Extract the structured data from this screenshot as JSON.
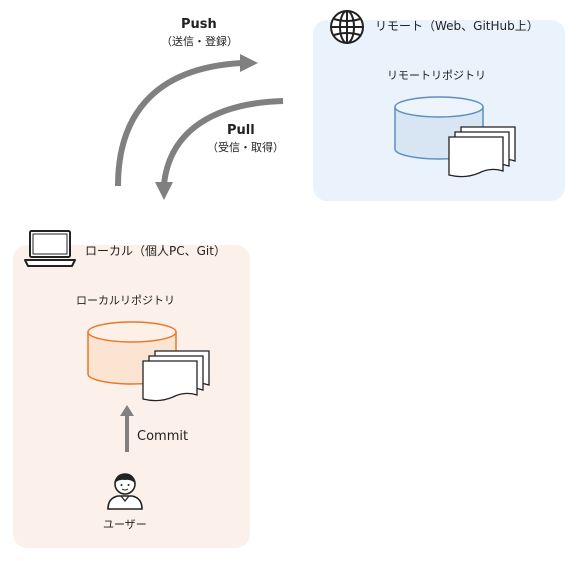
{
  "push": {
    "title": "Push",
    "subtitle": "（送信・登録）"
  },
  "pull": {
    "title": "Pull",
    "subtitle": "（受信・取得）"
  },
  "remote": {
    "header": "リモート（Web、GitHub上）",
    "repo_label": "リモートリポジトリ",
    "icon": "globe-icon",
    "accent": "#5b8fc4",
    "fill": "#d8e6f4",
    "panel_bg": "#eaf2fb"
  },
  "local": {
    "header": "ローカル（個人PC、Git）",
    "repo_label": "ローカルリポジトリ",
    "icon": "laptop-icon",
    "accent": "#e8782a",
    "fill": "#fbe4d2",
    "panel_bg": "#fcf1ea"
  },
  "commit": {
    "label": "Commit"
  },
  "user": {
    "label": "ユーザー",
    "icon": "user-icon"
  },
  "arrow_color": "#808080"
}
